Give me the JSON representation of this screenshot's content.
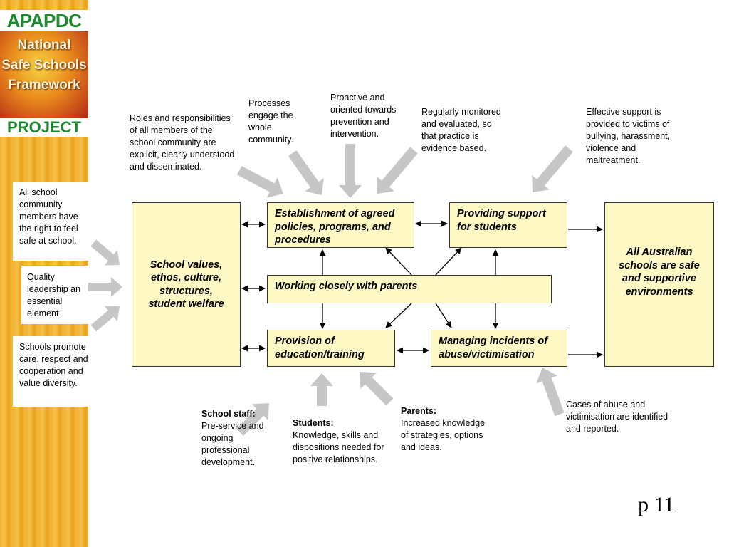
{
  "logo": {
    "top": "APAPDC",
    "middle": [
      "National",
      "Safe Schools",
      "Framework"
    ],
    "bottom": "PROJECT"
  },
  "left_notes": [
    "All school community members have the right to feel safe at school.",
    "Quality leadership an essential element",
    "Schools promote care, respect and cooperation and value diversity."
  ],
  "top_notes": {
    "roles": "Roles and responsibilities of all members of the school community are explicit, clearly understood and disseminated.",
    "processes": "Processes engage the whole community.",
    "proactive": "Proactive and oriented towards prevention and intervention.",
    "regularly": "Regularly monitored and evaluated, so that practice is evidence based.",
    "effective": "Effective support is provided to victims of bullying, harassment, violence and maltreatment."
  },
  "boxes": {
    "values": "School values, ethos, culture, structures, student welfare",
    "establishment": "Establishment of agreed policies, programs, and procedures",
    "support": "Providing support for students",
    "parents": "Working closely with parents",
    "provision": "Provision of education/training",
    "managing": "Managing incidents of abuse/victimisation",
    "outcome": "All Australian schools are safe and supportive environments"
  },
  "bottom_notes": {
    "staff_title": "School staff:",
    "staff_body": "Pre-service and ongoing professional development.",
    "students_title": "Students:",
    "students_body": "Knowledge, skills and dispositions needed for positive relationships.",
    "parents_title": "Parents:",
    "parents_body": "Increased knowledge of strategies, options and ideas.",
    "cases": "Cases of abuse and victimisation are identified and reported."
  },
  "page_number": "p 11",
  "colors": {
    "box_fill": "#fdf8c4",
    "arrow_gray": "#c6c6c6",
    "logo_green": "#1c8a2c",
    "banner_orange": "#f2b233"
  }
}
